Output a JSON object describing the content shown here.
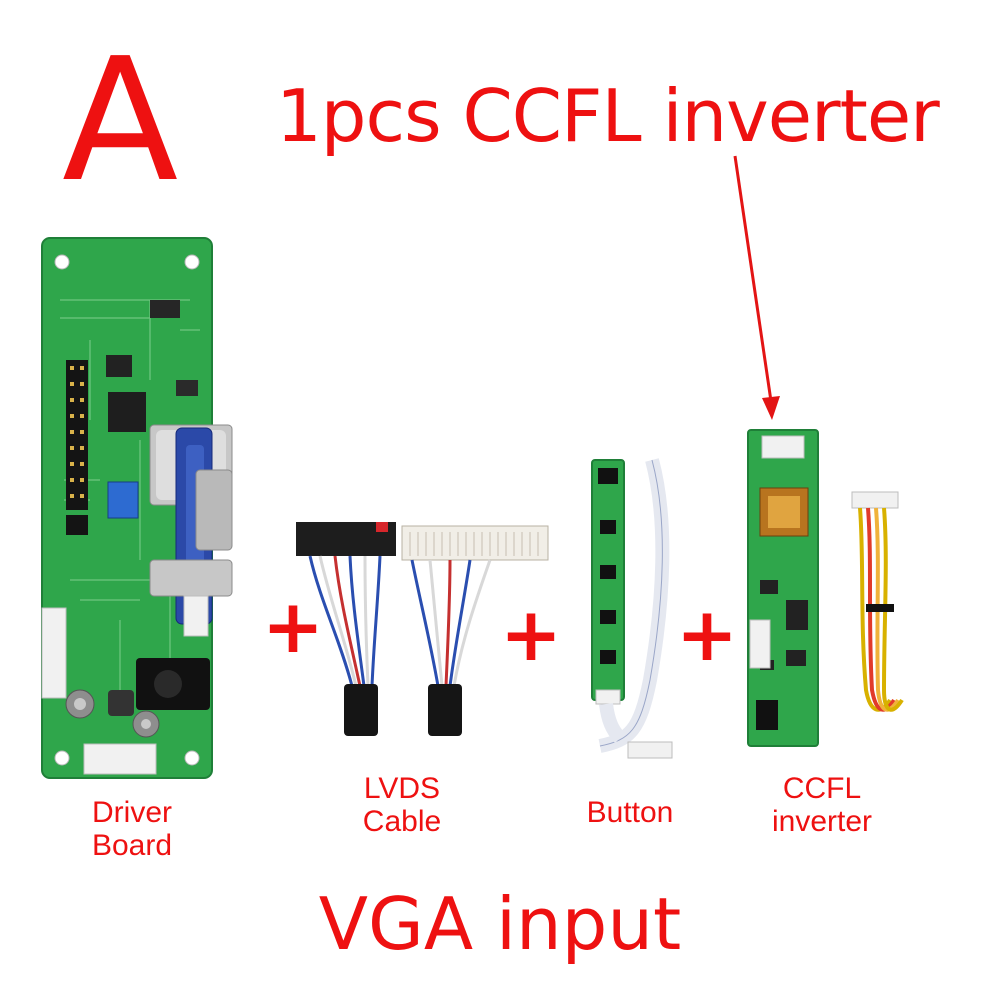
{
  "header": {
    "variant_letter": "A",
    "headline": "1pcs CCFL inverter"
  },
  "components": [
    {
      "caption_line1": "Driver",
      "caption_line2": "Board"
    },
    {
      "caption_line1": "LVDS",
      "caption_line2": "Cable"
    },
    {
      "caption_line1": "Button",
      "caption_line2": ""
    },
    {
      "caption_line1": "CCFL",
      "caption_line2": "inverter"
    }
  ],
  "plus_sign": "+",
  "footer": {
    "input_type": "VGA input"
  },
  "colors": {
    "text_red": "#ee1111",
    "pcb_green": "#2fa64b",
    "vga_blue": "#2b49a8"
  }
}
